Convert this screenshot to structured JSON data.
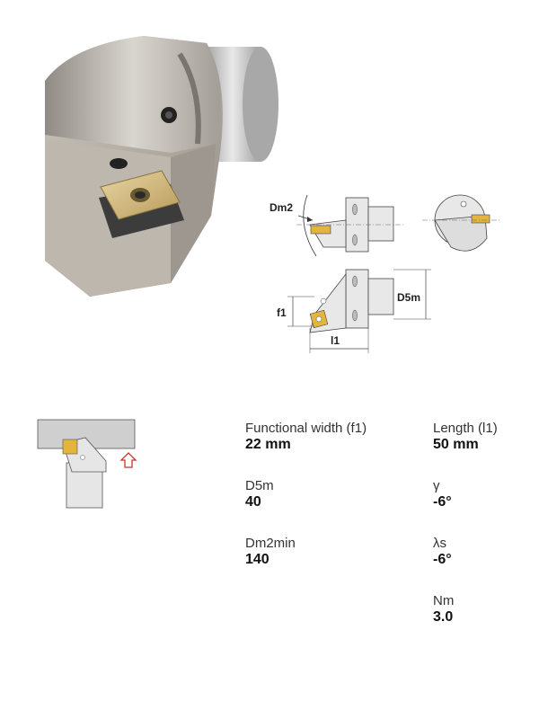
{
  "drawing_labels": {
    "dm2": "Dm2",
    "d5m": "D5m",
    "f1": "f1",
    "l1": "l1"
  },
  "specs": [
    {
      "label": "Functional width (f1)",
      "value": "22 mm"
    },
    {
      "label": "Length (l1)",
      "value": "50 mm"
    },
    {
      "label": "D5m",
      "value": "40"
    },
    {
      "label": "γ",
      "value": "-6°"
    },
    {
      "label": "Dm2min",
      "value": "140"
    },
    {
      "label": "λs",
      "value": "-6°"
    },
    {
      "label": "Nm",
      "value": "3.0"
    }
  ],
  "colors": {
    "steel": "#b9b3aa",
    "insert_gold": "#d6bf86",
    "shank_grey": "#c8c8c8",
    "arrow_red": "#c0392b"
  }
}
